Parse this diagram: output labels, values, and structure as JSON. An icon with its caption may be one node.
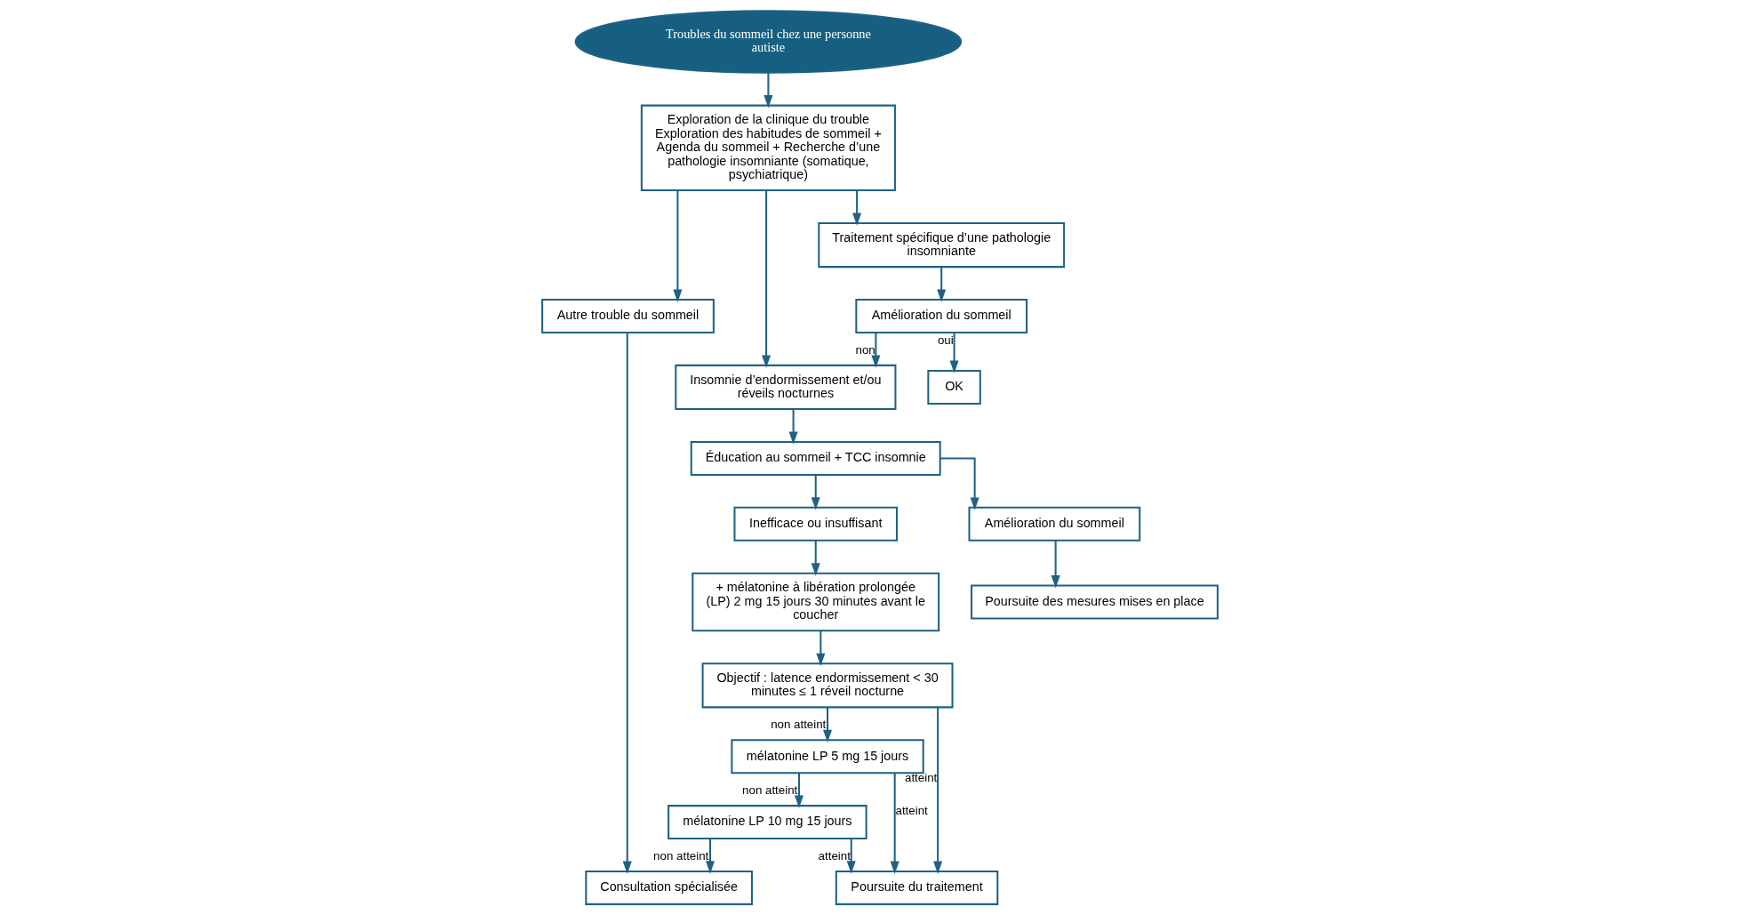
{
  "diagram": {
    "nodes": [
      {
        "text": [
          "Troubles du sommeil chez une personne autiste"
        ]
      },
      {
        "text": [
          "Exploration de la clinique du trouble Exploration des habitudes de sommeil + Agenda du sommeil + Recherche d’une pathologie insomniante (somatique, psychiatrique)"
        ]
      },
      {
        "text": [
          "Autre trouble du sommeil"
        ]
      },
      {
        "text": [
          "Insomnie d’endormissement et/ou réveils nocturnes"
        ]
      },
      {
        "text": [
          "Consultation spécialisée"
        ]
      },
      {
        "text": [
          "Traitement spécifique d’une pathologie insomniante"
        ]
      },
      {
        "text": [
          "Éducation au sommeil + TCC insomnie"
        ]
      },
      {
        "text": [
          "Amélioration du sommeil"
        ]
      },
      {
        "text": [
          "Inefficace ou insuffisant"
        ]
      },
      {
        "text": [
          "Amélioration du sommeil"
        ]
      },
      {
        "text": [
          "OK"
        ]
      },
      {
        "text": [
          "+ mélatonine à libération prolongée (LP) 2 mg 15 jours 30 minutes avant le coucher"
        ]
      },
      {
        "text": [
          "Poursuite des mesures mises en place"
        ]
      },
      {
        "text": [
          "mélatonine LP 10 mg 15 jours"
        ]
      },
      {
        "text": [
          "mélatonine LP 5 mg 15 jours"
        ]
      },
      {
        "text": [
          "Objectif : latence endormissement < 30 minutes ≤ 1 réveil nocturne"
        ]
      },
      {
        "text": [
          "Poursuite du traitement"
        ]
      }
    ],
    "edges": [
      {
        "from": 0,
        "to": 1,
        "arrow": "to"
      },
      {
        "from": 1,
        "to": 2,
        "arrow": "to"
      },
      {
        "from": 1,
        "to": 3,
        "arrow": "to"
      },
      {
        "from": 2,
        "to": 4,
        "arrow": "to"
      },
      {
        "from": 1,
        "to": 5,
        "arrow": "to"
      },
      {
        "from": 5,
        "to": 7,
        "arrow": "to"
      },
      {
        "from": 7,
        "to": 10,
        "arrow": "to",
        "label": "oui"
      },
      {
        "from": 7,
        "to": 3,
        "arrow": "to",
        "label": "non"
      },
      {
        "from": 3,
        "to": 6,
        "arrow": "to"
      },
      {
        "from": 6,
        "to": 8,
        "arrow": "to"
      },
      {
        "from": 6,
        "to": 9,
        "arrow": "to"
      },
      {
        "from": 8,
        "to": 11,
        "arrow": "to"
      },
      {
        "from": 9,
        "to": 12,
        "arrow": "to"
      },
      {
        "from": 11,
        "to": 15,
        "arrow": "to"
      },
      {
        "from": 15,
        "to": 14,
        "arrow": "to",
        "label": "non atteint"
      },
      {
        "from": 14,
        "to": 13,
        "arrow": "to",
        "label": "non atteint"
      },
      {
        "from": 13,
        "to": 4,
        "arrow": "to",
        "label": "non atteint"
      },
      {
        "from": 15,
        "to": 16,
        "arrow": "to",
        "label": "atteint"
      },
      {
        "from": 14,
        "to": 16,
        "arrow": "to",
        "label": "atteint"
      },
      {
        "from": 13,
        "to": 16,
        "arrow": "to",
        "label": "atteint"
      }
    ]
  }
}
